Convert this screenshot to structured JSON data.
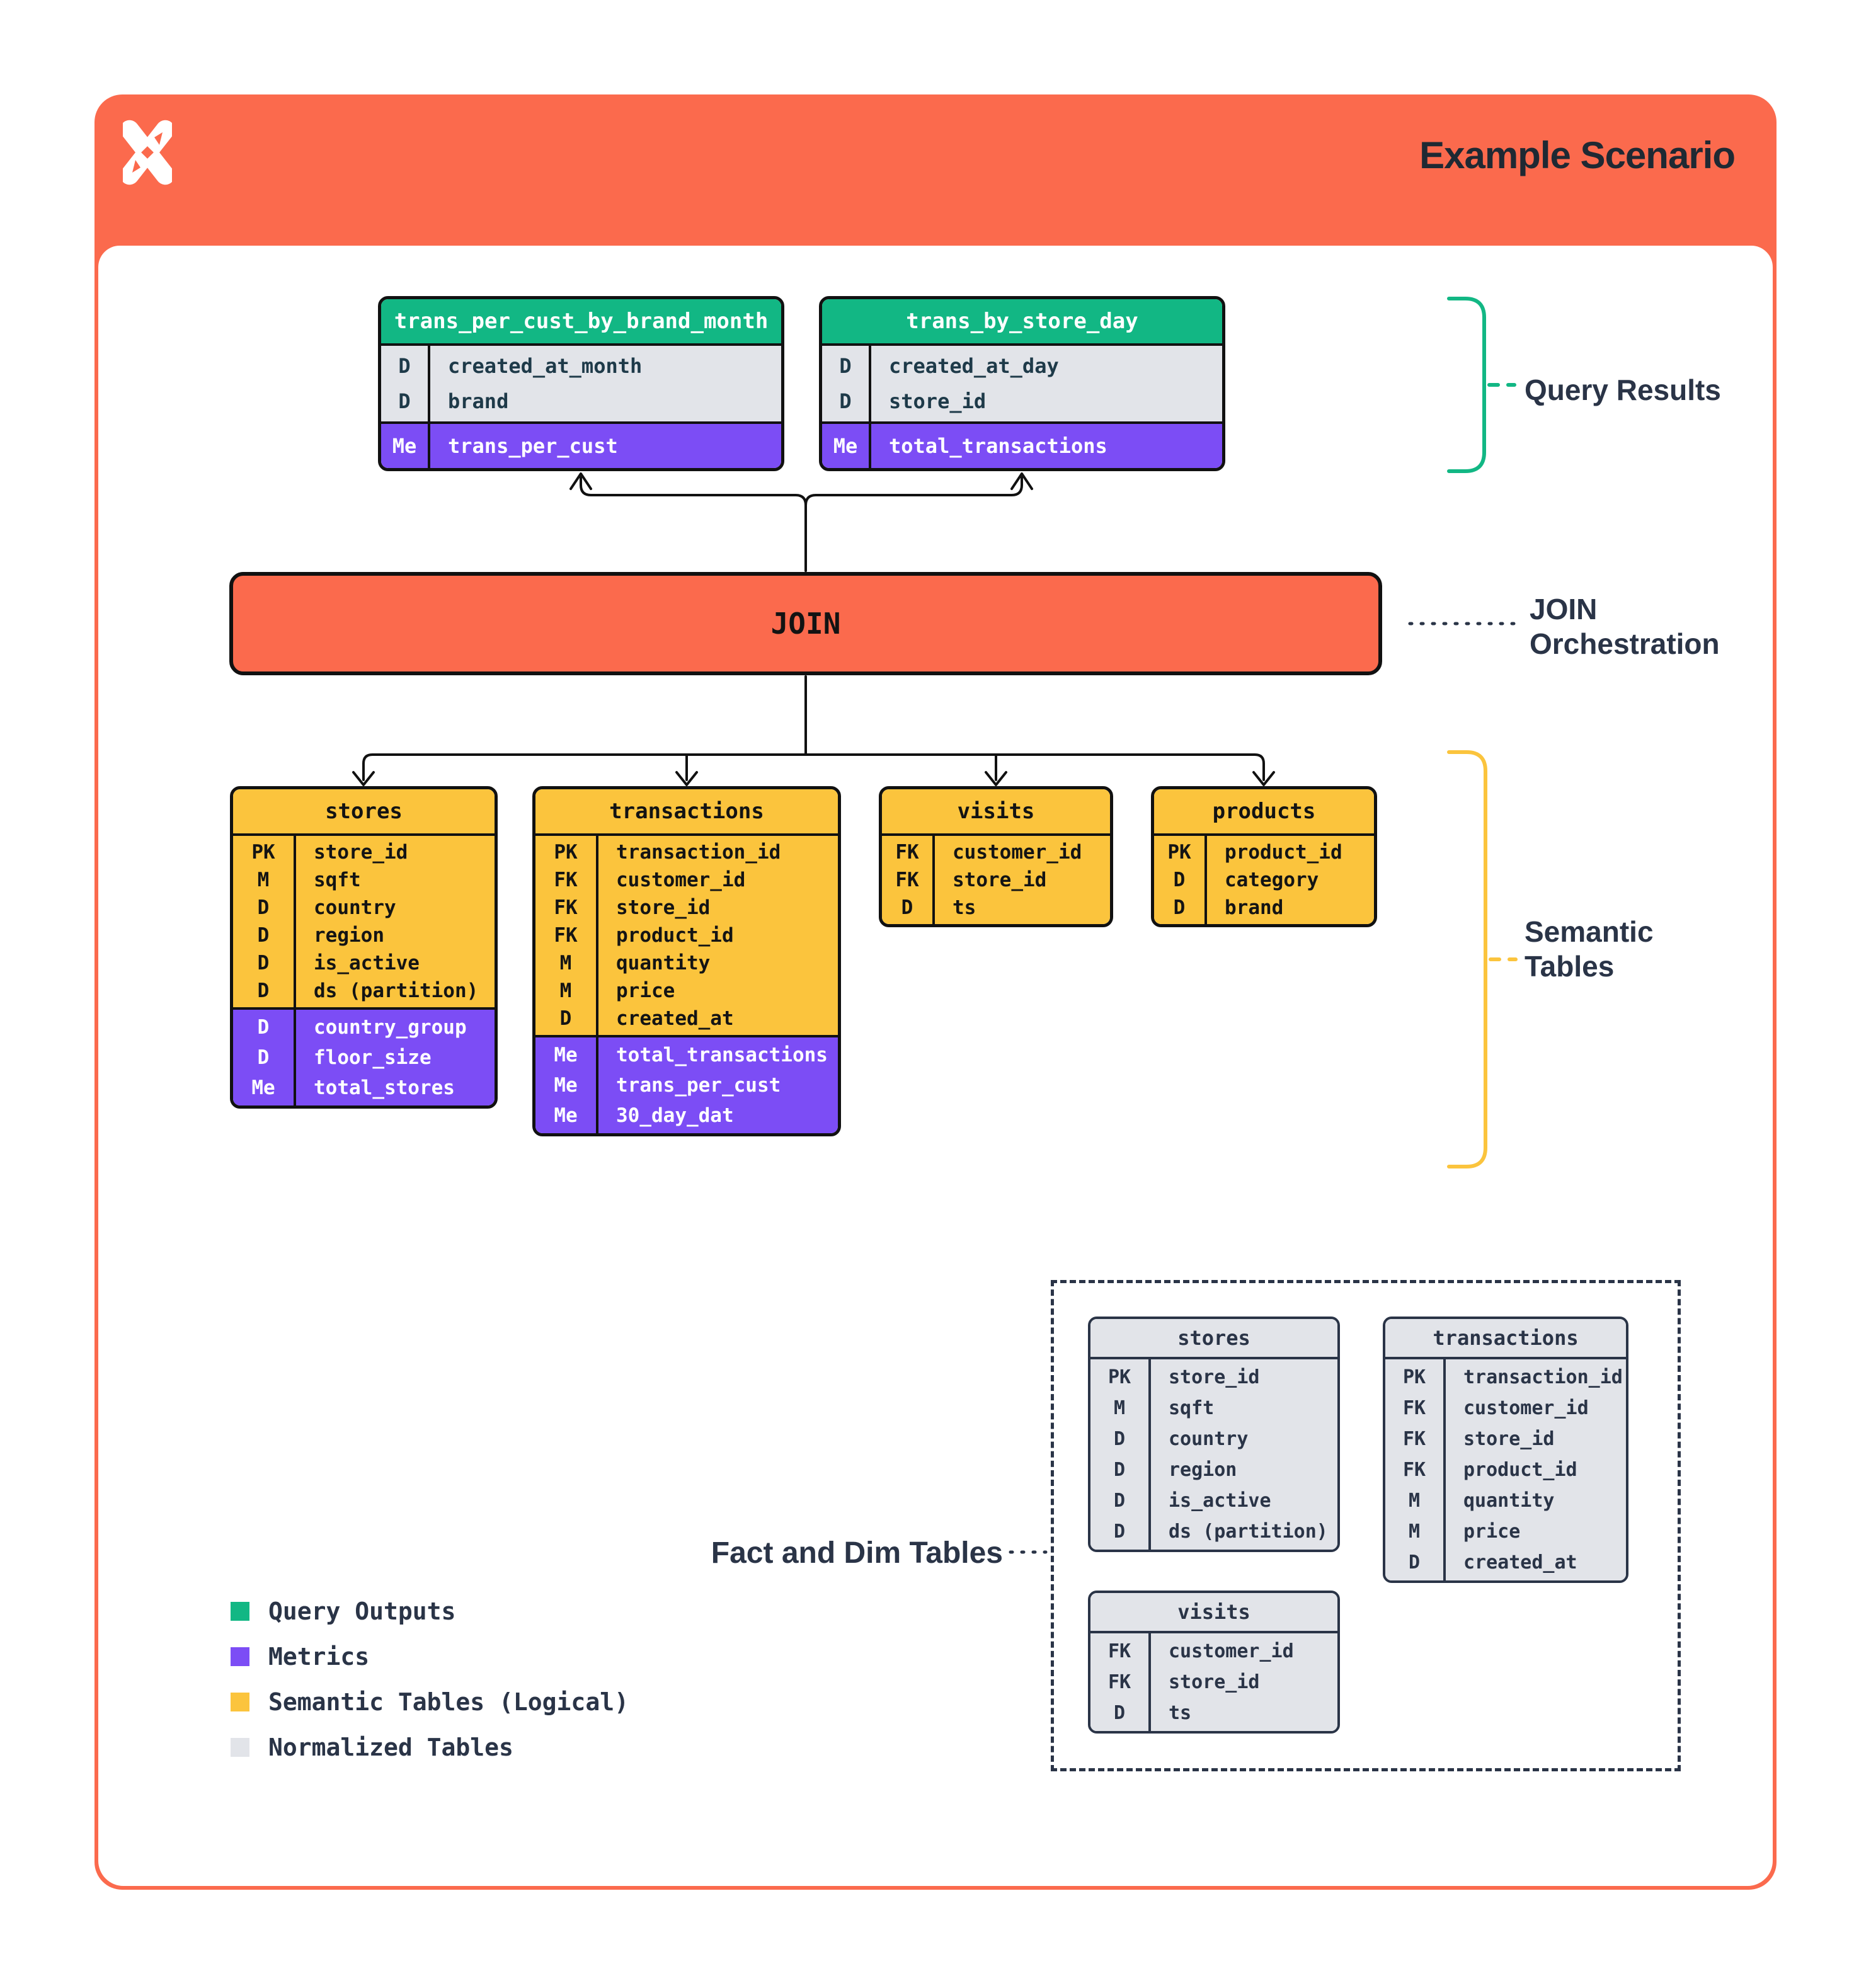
{
  "colors": {
    "orange": "#FB6A4D",
    "green": "#12B784",
    "purple": "#7C4DF5",
    "yellow": "#FBC43D",
    "gray": "#E2E4E9",
    "navy": "#2A3447",
    "ink": "#111111",
    "teal_text": "#1E3A49",
    "title_ink": "#1F2933"
  },
  "header": {
    "title": "Example Scenario"
  },
  "join": {
    "label": "JOIN"
  },
  "annotations": {
    "query_results": "Query Results",
    "join_orchestration": {
      "line1": "JOIN",
      "line2": "Orchestration"
    },
    "semantic_tables": {
      "line1": "Semantic",
      "line2": "Tables"
    },
    "fact_and_dim": "Fact and Dim Tables"
  },
  "query_output_tables": [
    {
      "title": "trans_per_cust_by_brand_month",
      "dims": [
        {
          "key": "D",
          "name": "created_at_month"
        },
        {
          "key": "D",
          "name": "brand"
        }
      ],
      "metrics": [
        {
          "key": "Me",
          "name": "trans_per_cust"
        }
      ]
    },
    {
      "title": "trans_by_store_day",
      "dims": [
        {
          "key": "D",
          "name": "created_at_day"
        },
        {
          "key": "D",
          "name": "store_id"
        }
      ],
      "metrics": [
        {
          "key": "Me",
          "name": "total_transactions"
        }
      ]
    }
  ],
  "semantic_tables": [
    {
      "title": "stores",
      "columns": [
        {
          "key": "PK",
          "name": "store_id"
        },
        {
          "key": "M",
          "name": "sqft"
        },
        {
          "key": "D",
          "name": "country"
        },
        {
          "key": "D",
          "name": "region"
        },
        {
          "key": "D",
          "name": "is_active"
        },
        {
          "key": "D",
          "name": "ds (partition)"
        }
      ],
      "metrics": [
        {
          "key": "D",
          "name": "country_group"
        },
        {
          "key": "D",
          "name": "floor_size"
        },
        {
          "key": "Me",
          "name": "total_stores"
        }
      ]
    },
    {
      "title": "transactions",
      "columns": [
        {
          "key": "PK",
          "name": "transaction_id"
        },
        {
          "key": "FK",
          "name": "customer_id"
        },
        {
          "key": "FK",
          "name": "store_id"
        },
        {
          "key": "FK",
          "name": "product_id"
        },
        {
          "key": "M",
          "name": "quantity"
        },
        {
          "key": "M",
          "name": "price"
        },
        {
          "key": "D",
          "name": "created_at"
        }
      ],
      "metrics": [
        {
          "key": "Me",
          "name": "total_transactions"
        },
        {
          "key": "Me",
          "name": "trans_per_cust"
        },
        {
          "key": "Me",
          "name": "30_day_dat"
        }
      ]
    },
    {
      "title": "visits",
      "columns": [
        {
          "key": "FK",
          "name": "customer_id"
        },
        {
          "key": "FK",
          "name": "store_id"
        },
        {
          "key": "D",
          "name": "ts"
        }
      ]
    },
    {
      "title": "products",
      "columns": [
        {
          "key": "PK",
          "name": "product_id"
        },
        {
          "key": "D",
          "name": "category"
        },
        {
          "key": "D",
          "name": "brand"
        }
      ]
    }
  ],
  "normalized_tables": [
    {
      "title": "stores",
      "columns": [
        {
          "key": "PK",
          "name": "store_id"
        },
        {
          "key": "M",
          "name": "sqft"
        },
        {
          "key": "D",
          "name": "country"
        },
        {
          "key": "D",
          "name": "region"
        },
        {
          "key": "D",
          "name": "is_active"
        },
        {
          "key": "D",
          "name": "ds (partition)"
        }
      ]
    },
    {
      "title": "transactions",
      "columns": [
        {
          "key": "PK",
          "name": "transaction_id"
        },
        {
          "key": "FK",
          "name": "customer_id"
        },
        {
          "key": "FK",
          "name": "store_id"
        },
        {
          "key": "FK",
          "name": "product_id"
        },
        {
          "key": "M",
          "name": "quantity"
        },
        {
          "key": "M",
          "name": "price"
        },
        {
          "key": "D",
          "name": "created_at"
        }
      ]
    },
    {
      "title": "visits",
      "columns": [
        {
          "key": "FK",
          "name": "customer_id"
        },
        {
          "key": "FK",
          "name": "store_id"
        },
        {
          "key": "D",
          "name": "ts"
        }
      ]
    }
  ],
  "legend": {
    "items": [
      {
        "label": "Query Outputs",
        "color": "#12B784"
      },
      {
        "label": "Metrics",
        "color": "#7C4DF5"
      },
      {
        "label": "Semantic Tables (Logical)",
        "color": "#FBC43D"
      },
      {
        "label": "Normalized Tables",
        "color": "#E2E4E9"
      }
    ]
  }
}
